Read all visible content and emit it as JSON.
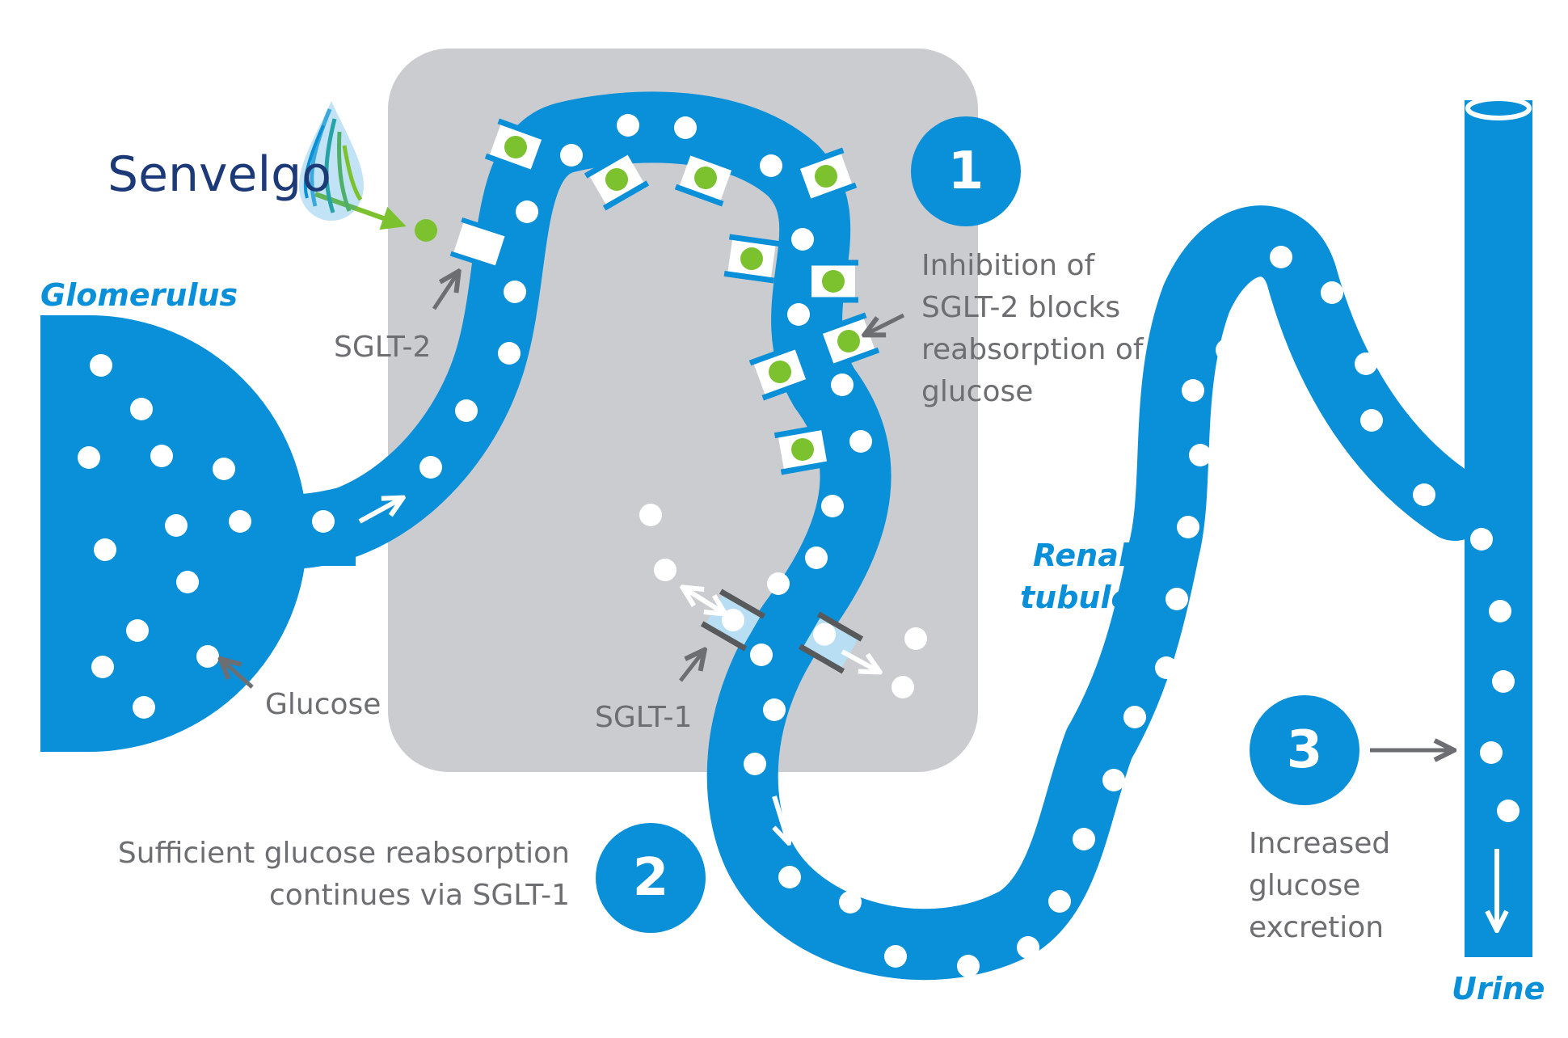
{
  "labels": {
    "brand": "Senvelgo",
    "glomerulus": "Glomerulus",
    "glucose": "Glucose",
    "sglt2": "SGLT-2",
    "sglt1": "SGLT-1",
    "renal_tubule_1": "Renal",
    "renal_tubule_2": "tubule",
    "urine": "Urine"
  },
  "steps": [
    {
      "number": "1",
      "lines": [
        "Inhibition of",
        "SGLT-2 blocks",
        "reabsorption of",
        "glucose"
      ]
    },
    {
      "number": "2",
      "lines": [
        "Sufficient glucose reabsorption",
        "continues via SGLT-1"
      ]
    },
    {
      "number": "3",
      "lines": [
        "Increased",
        "glucose",
        "excretion"
      ]
    }
  ],
  "colors": {
    "tubule": "#0a8fd9",
    "panel": "#cbcccf",
    "drug": "#7cc22e",
    "label": "#6d6e71",
    "brand": "#1d3a78"
  },
  "icons": {
    "logo": "leaf-drop-icon"
  }
}
